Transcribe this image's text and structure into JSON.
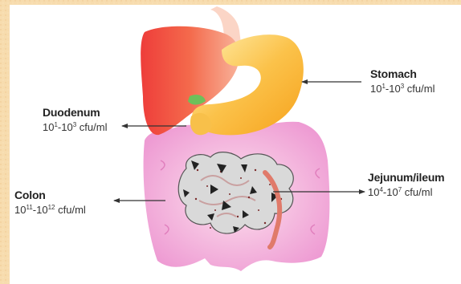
{
  "labels": {
    "stomach": {
      "name": "Stomach",
      "base1": "10",
      "exp1": "1",
      "sep": "-",
      "base2": "10",
      "exp2": "3",
      "unit": " cfu/ml"
    },
    "duodenum": {
      "name": "Duodenum",
      "base1": "10",
      "exp1": "1",
      "sep": "-",
      "base2": "10",
      "exp2": "3",
      "unit": " cfu/ml"
    },
    "jejunum": {
      "name": "Jejunum/ileum",
      "base1": "10",
      "exp1": "4",
      "sep": "-",
      "base2": "10",
      "exp2": "7",
      "unit": " cfu/ml"
    },
    "colon": {
      "name": "Colon",
      "base1": "10",
      "exp1": "11",
      "sep": "-",
      "base2": "10",
      "exp2": "12",
      "unit": " cfu/ml"
    }
  },
  "colors": {
    "background": "#f7dcae",
    "liver": "#f06a4a",
    "stomach": "#f9b532",
    "colon": "#f2a8dc",
    "small_intestine": "#d8d8d8",
    "arrow": "#333333"
  }
}
